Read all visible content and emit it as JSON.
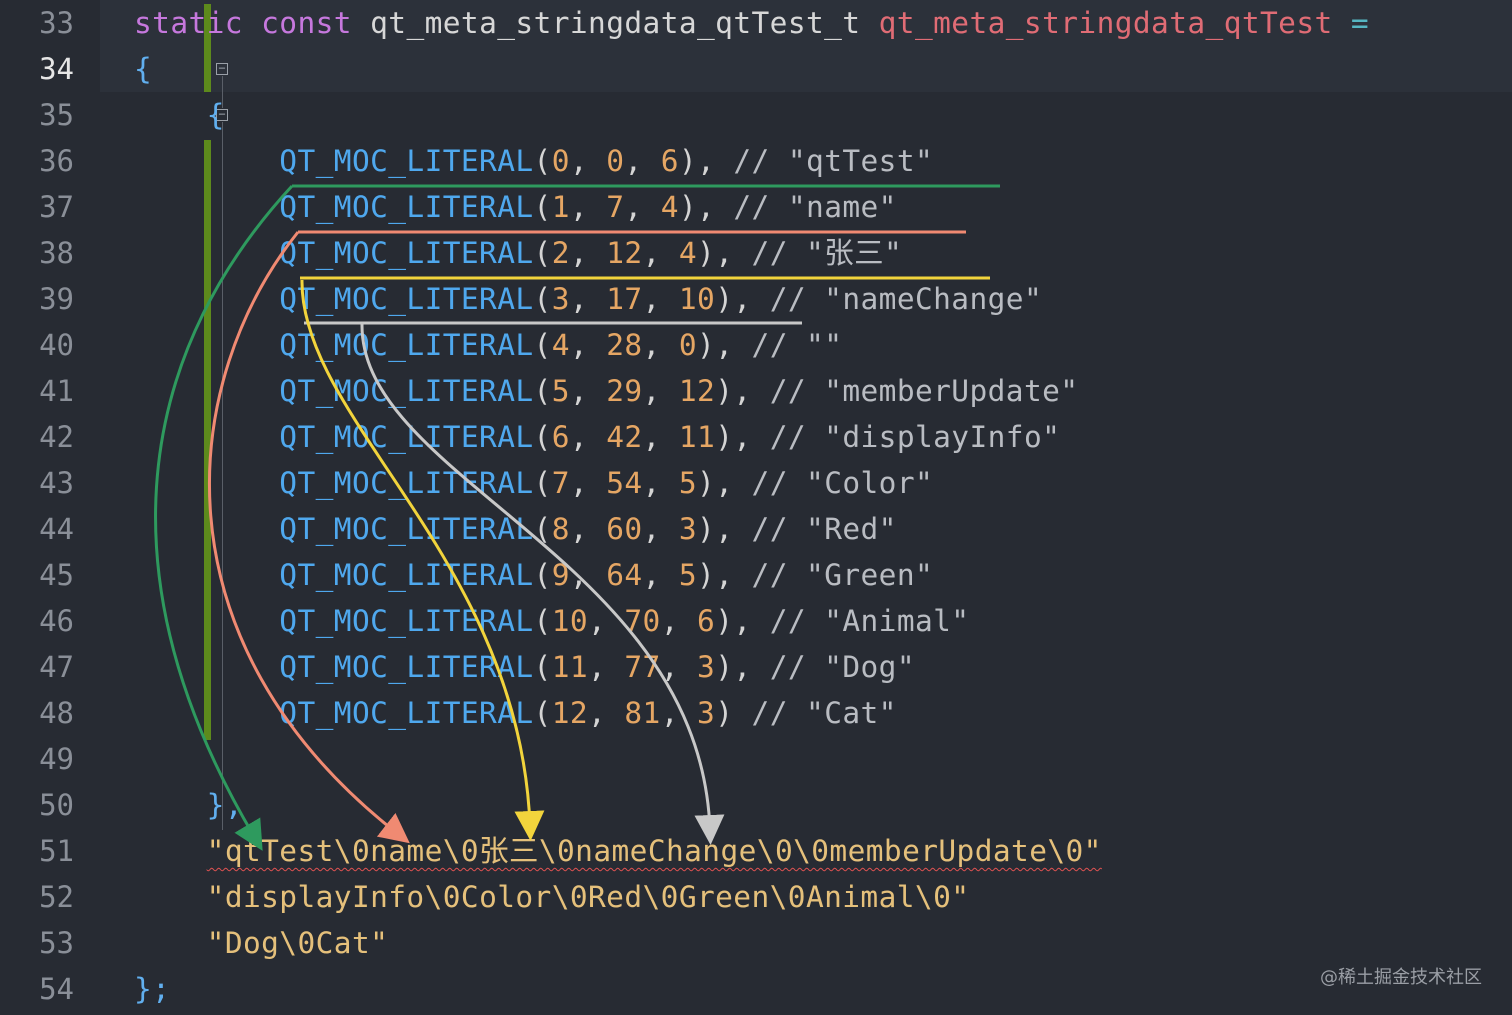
{
  "editor": {
    "line_numbers": [
      "33",
      "34",
      "35",
      "36",
      "37",
      "38",
      "39",
      "40",
      "41",
      "42",
      "43",
      "44",
      "45",
      "46",
      "47",
      "48",
      "49",
      "50",
      "51",
      "52",
      "53",
      "54"
    ],
    "active_line": "34",
    "line33": {
      "kw1": "static",
      "kw2": "const",
      "type": "qt_meta_stringdata_qtTest_t",
      "var": "qt_meta_stringdata_qtTest",
      "op": "="
    },
    "line34": {
      "brace": "{"
    },
    "line35": {
      "brace": "{"
    },
    "literals": [
      {
        "macro": "QT_MOC_LITERAL",
        "a": "0",
        "b": "0",
        "c": "6",
        "end": "),",
        "comment": "// \"qtTest\""
      },
      {
        "macro": "QT_MOC_LITERAL",
        "a": "1",
        "b": "7",
        "c": "4",
        "end": "),",
        "comment": "// \"name\""
      },
      {
        "macro": "QT_MOC_LITERAL",
        "a": "2",
        "b": "12",
        "c": "4",
        "end": "),",
        "comment": "// \"张三\""
      },
      {
        "macro": "QT_MOC_LITERAL",
        "a": "3",
        "b": "17",
        "c": "10",
        "end": "),",
        "comment": "// \"nameChange\""
      },
      {
        "macro": "QT_MOC_LITERAL",
        "a": "4",
        "b": "28",
        "c": "0",
        "end": "),",
        "comment": "// \"\""
      },
      {
        "macro": "QT_MOC_LITERAL",
        "a": "5",
        "b": "29",
        "c": "12",
        "end": "),",
        "comment": "// \"memberUpdate\""
      },
      {
        "macro": "QT_MOC_LITERAL",
        "a": "6",
        "b": "42",
        "c": "11",
        "end": "),",
        "comment": "// \"displayInfo\""
      },
      {
        "macro": "QT_MOC_LITERAL",
        "a": "7",
        "b": "54",
        "c": "5",
        "end": "),",
        "comment": "// \"Color\""
      },
      {
        "macro": "QT_MOC_LITERAL",
        "a": "8",
        "b": "60",
        "c": "3",
        "end": "),",
        "comment": "// \"Red\""
      },
      {
        "macro": "QT_MOC_LITERAL",
        "a": "9",
        "b": "64",
        "c": "5",
        "end": "),",
        "comment": "// \"Green\""
      },
      {
        "macro": "QT_MOC_LITERAL",
        "a": "10",
        "b": "70",
        "c": "6",
        "end": "),",
        "comment": "// \"Animal\""
      },
      {
        "macro": "QT_MOC_LITERAL",
        "a": "11",
        "b": "77",
        "c": "3",
        "end": "),",
        "comment": "// \"Dog\""
      },
      {
        "macro": "QT_MOC_LITERAL",
        "a": "12",
        "b": "81",
        "c": "3",
        "end": ")",
        "comment": "// \"Cat\""
      }
    ],
    "line50": {
      "text": "},"
    },
    "strings": [
      "\"qtTest\\0name\\0张三\\0nameChange\\0\\0memberUpdate\\0\"",
      "\"displayInfo\\0Color\\0Red\\0Green\\0Animal\\0\"",
      "\"Dog\\0Cat\""
    ],
    "line54": {
      "text": "};"
    }
  },
  "annotation_colors": {
    "green": "#2e9a5e",
    "salmon": "#f08a72",
    "yellow": "#f2d43c",
    "gray": "#c8c8c8"
  },
  "watermark": "@稀土掘金技术社区"
}
